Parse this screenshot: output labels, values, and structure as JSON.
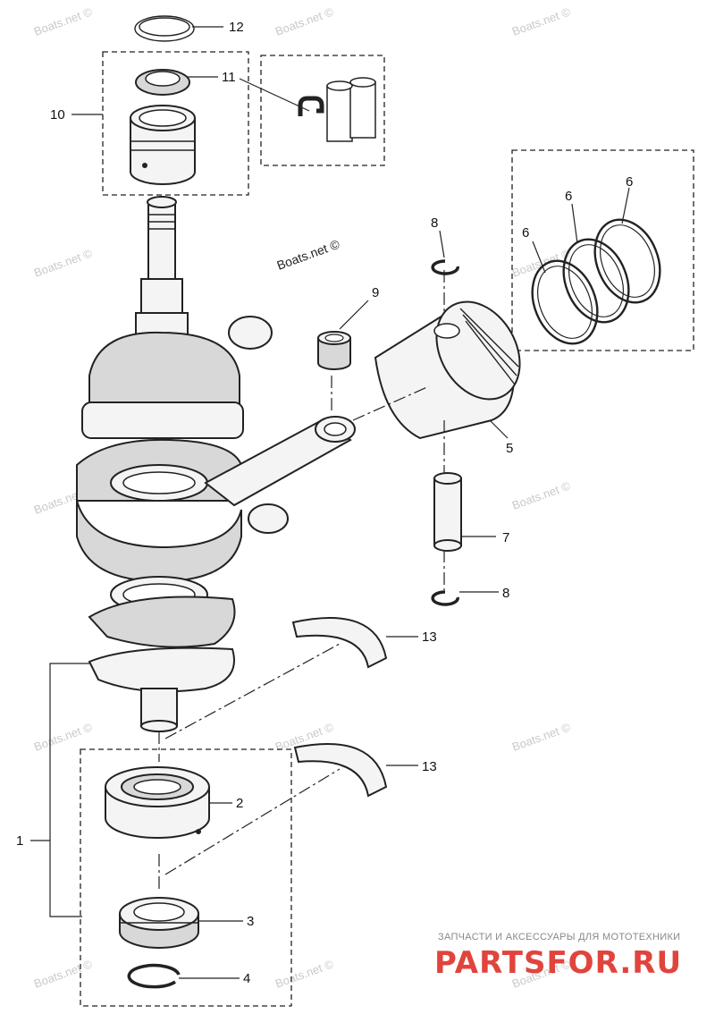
{
  "watermarks": {
    "main": "Boats.net ©",
    "small": "Boats.net ©"
  },
  "callouts": {
    "c1": "1",
    "c2": "2",
    "c3": "3",
    "c4": "4",
    "c5": "5",
    "c6a": "6",
    "c6b": "6",
    "c6c": "6",
    "c7": "7",
    "c8a": "8",
    "c8b": "8",
    "c9": "9",
    "c10": "10",
    "c11": "11",
    "c12": "12",
    "c13a": "13",
    "c13b": "13"
  },
  "branding": {
    "tagline": "ЗАПЧАСТИ И АКСЕССУАРЫ ДЛЯ МОТОТЕХНИКИ",
    "logo": "PARTSFOR.RU"
  },
  "colors": {
    "logo": "#e0443c",
    "watermark": "#c9c9c9"
  }
}
